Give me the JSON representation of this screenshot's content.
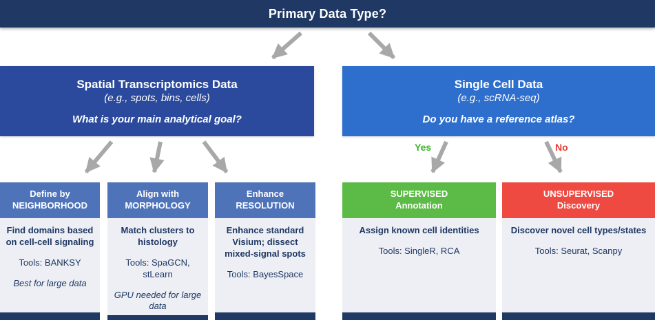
{
  "colors": {
    "navy": "#203864",
    "spatial_blue": "#2b4a9d",
    "single_blue": "#2e6fce",
    "sub_blue": "#4e73b9",
    "green": "#5cbb46",
    "red": "#ef4a42",
    "green_text": "#3fb42c",
    "red_text": "#ee3a31",
    "body_bg": "#edeff4",
    "text_navy": "#1f3864",
    "arrow_gray": "#a8a8a8"
  },
  "root": {
    "title": "Primary Data Type?"
  },
  "branches": {
    "spatial": {
      "title": "Spatial Transcriptomics Data",
      "subtitle": "(e.g., spots, bins, cells)",
      "question": "What is your main analytical goal?"
    },
    "single_cell": {
      "title": "Single Cell Data",
      "subtitle": "(e.g., scRNA-seq)",
      "question": "Do you have a reference atlas?"
    }
  },
  "edge_labels": {
    "yes": "Yes",
    "no": "No"
  },
  "cards": [
    {
      "header_line1": "Define by",
      "header_line2": "NEIGHBORHOOD",
      "description": "Find domains based on cell-cell signaling",
      "tools": "Tools: BANKSY",
      "note": "Best for large data"
    },
    {
      "header_line1": "Align with",
      "header_line2": "MORPHOLOGY",
      "description": "Match clusters to histology",
      "tools": "Tools: SpaGCN, stLearn",
      "note": "GPU needed for large data"
    },
    {
      "header_line1": "Enhance",
      "header_line2": "RESOLUTION",
      "description": "Enhance standard Visium; dissect mixed-signal spots",
      "tools": "Tools: BayesSpace"
    },
    {
      "header_line1": "SUPERVISED",
      "header_line2": "Annotation",
      "description": "Assign known cell identities",
      "tools": "Tools: SingleR, RCA"
    },
    {
      "header_line1": "UNSUPERVISED",
      "header_line2": "Discovery",
      "description": "Discover novel cell types/states",
      "tools": "Tools: Seurat, Scanpy"
    }
  ]
}
